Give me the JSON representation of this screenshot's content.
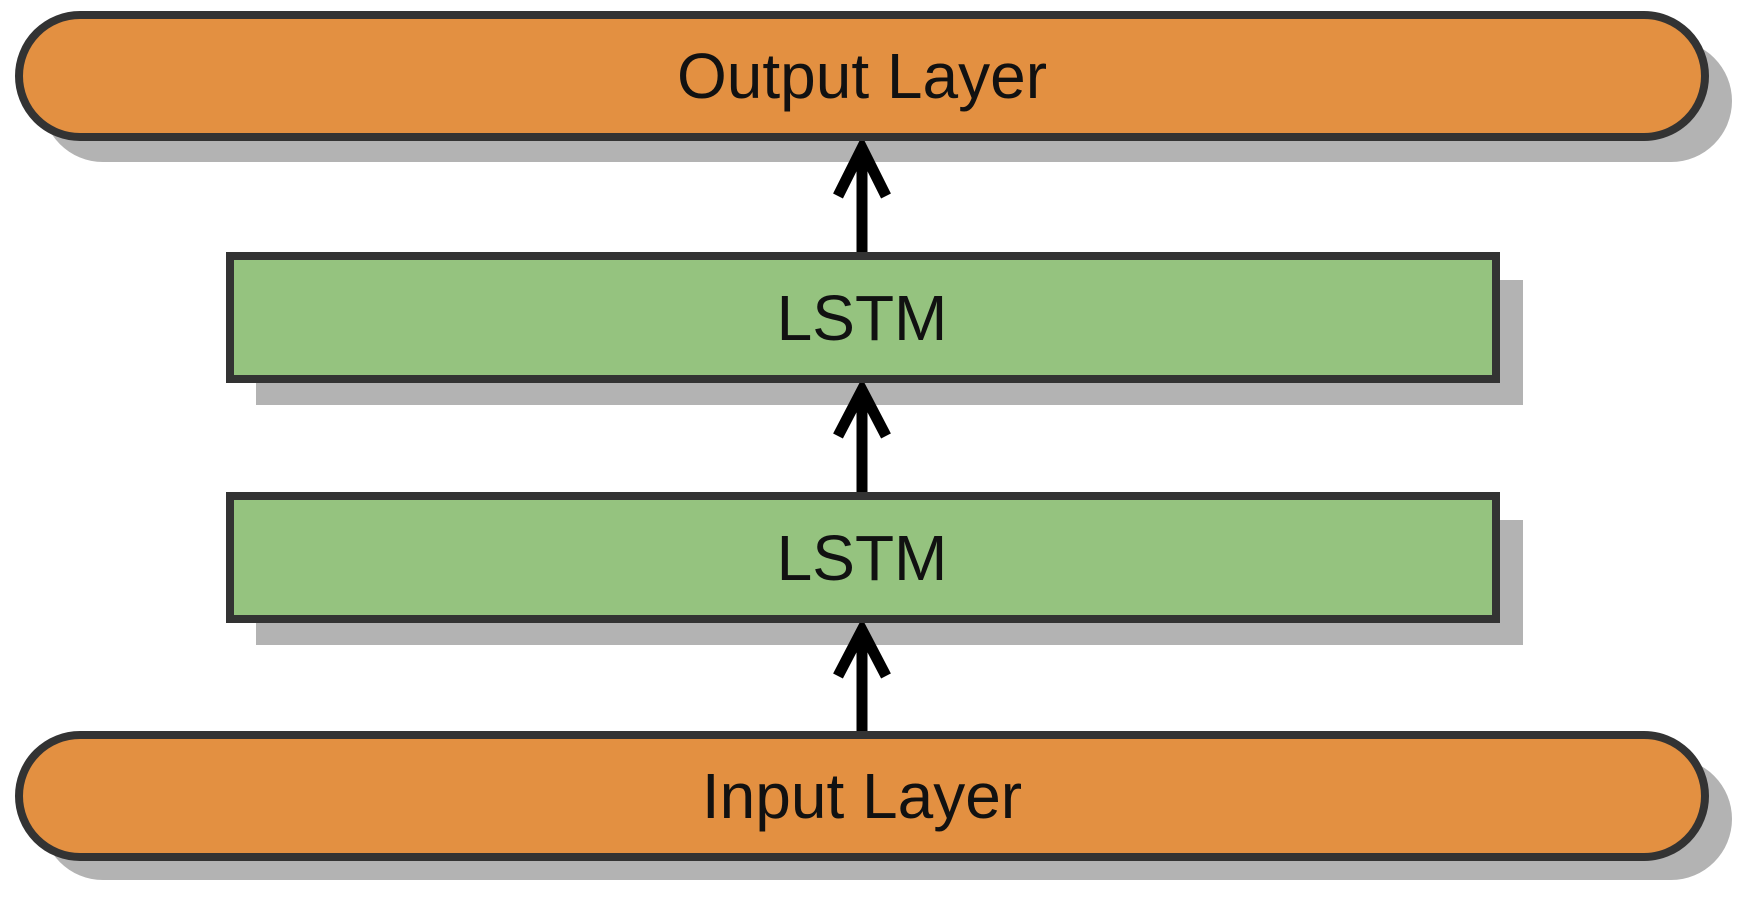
{
  "diagram": {
    "nodes": [
      {
        "id": "output",
        "label": "Output Layer",
        "shape": "rounded-rect",
        "fill": "#E39041"
      },
      {
        "id": "lstm_top",
        "label": "LSTM",
        "shape": "rect",
        "fill": "#95C37F"
      },
      {
        "id": "lstm_bottom",
        "label": "LSTM",
        "shape": "rect",
        "fill": "#95C37F"
      },
      {
        "id": "input",
        "label": "Input Layer",
        "shape": "rounded-rect",
        "fill": "#E39041"
      }
    ],
    "edges": [
      {
        "from": "input",
        "to": "lstm_bottom"
      },
      {
        "from": "lstm_bottom",
        "to": "lstm_top"
      },
      {
        "from": "lstm_top",
        "to": "output"
      }
    ],
    "colors": {
      "stroke": "#333333",
      "shadow": "#B3B3B3",
      "arrow": "#000000"
    }
  }
}
